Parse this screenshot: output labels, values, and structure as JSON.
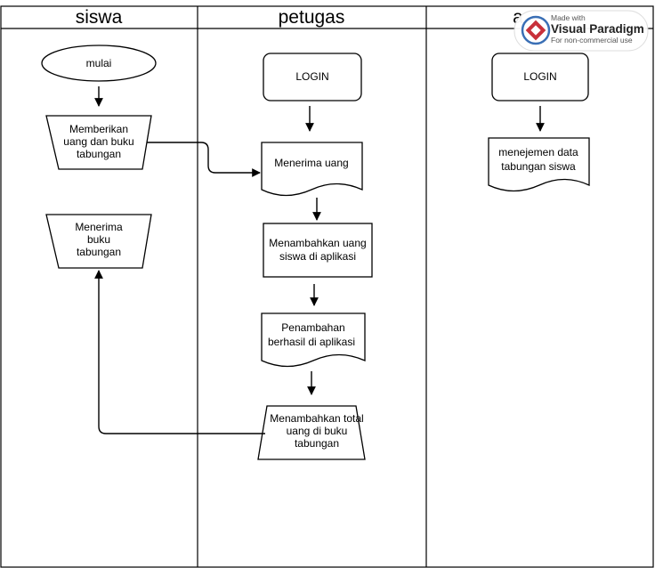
{
  "lanes": [
    {
      "title": "siswa"
    },
    {
      "title": "petugas"
    },
    {
      "title": "a"
    }
  ],
  "nodes": {
    "mulai": [
      "mulai"
    ],
    "memberikan": [
      "Memberikan",
      "uang dan buku",
      "tabungan"
    ],
    "menerima_buku": [
      "Menerima",
      "buku",
      "tabungan"
    ],
    "login_petugas": [
      "LOGIN"
    ],
    "menerima_uang": [
      "Menerima uang"
    ],
    "menambahkan_uang": [
      "Menambahkan uang",
      "siswa di aplikasi"
    ],
    "penambahan_berhasil": [
      "Penambahan",
      "berhasil di aplikasi"
    ],
    "menambahkan_total": [
      "Menambahkan total",
      "uang di buku",
      "tabungan"
    ],
    "login_admin": [
      "LOGIN"
    ],
    "manajemen": [
      "menejemen data",
      "tabungan siswa"
    ]
  },
  "watermark": {
    "line1": "Made with",
    "line2": "Visual Paradigm",
    "line3": "For non-commercial use"
  },
  "colors": {
    "watermark_red": "#c8303a",
    "watermark_blue": "#3a6fb5"
  }
}
